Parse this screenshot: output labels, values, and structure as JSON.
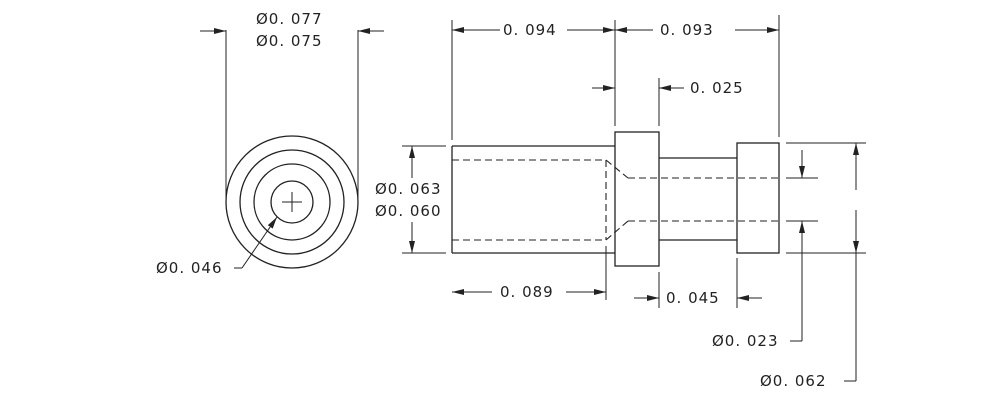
{
  "dimensions": {
    "top_diameter_max": "Ø0. 077",
    "top_diameter_min": "Ø0. 075",
    "length_left": "0. 094",
    "length_right": "0. 093",
    "collar_width": "0. 025",
    "outer_diameter_max": "Ø0. 063",
    "outer_diameter_min": "Ø0. 060",
    "bore_diameter": "Ø0. 046",
    "bore_depth": "0. 089",
    "neck_length": "0. 045",
    "pin_diameter": "Ø0. 023",
    "head_diameter": "Ø0. 062"
  }
}
